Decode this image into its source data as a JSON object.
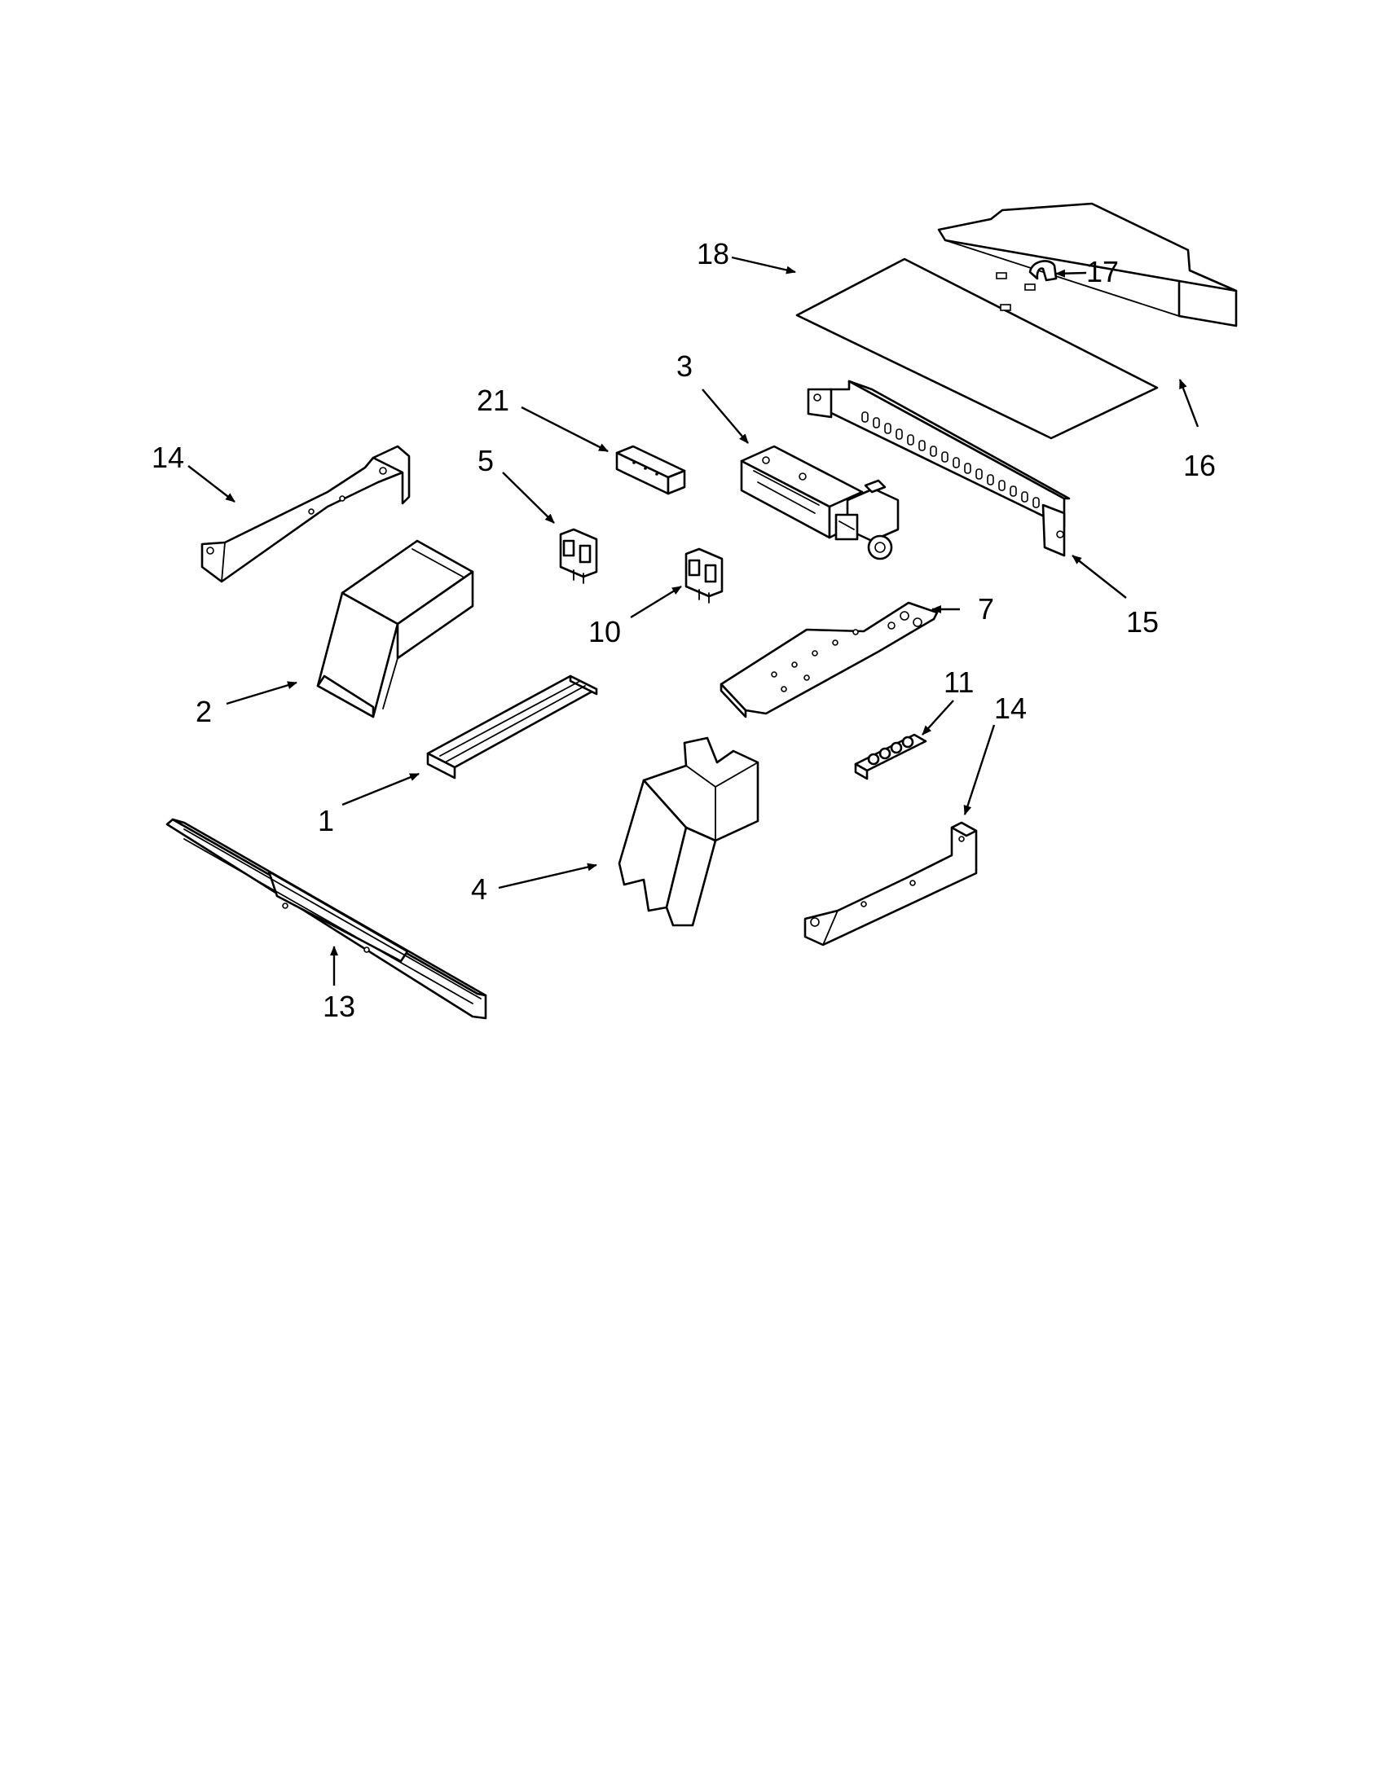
{
  "callouts": {
    "c1": "1",
    "c2": "2",
    "c3": "3",
    "c4": "4",
    "c5": "5",
    "c7": "7",
    "c10": "10",
    "c11": "11",
    "c13": "13",
    "c14a": "14",
    "c14b": "14",
    "c15": "15",
    "c16": "16",
    "c17": "17",
    "c18": "18",
    "c21": "21"
  }
}
